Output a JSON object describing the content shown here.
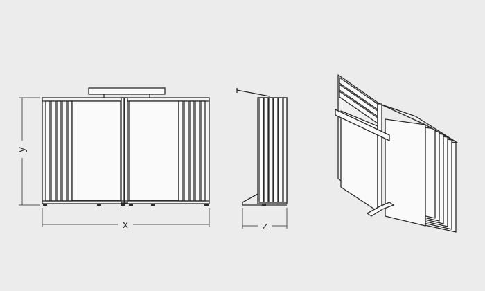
{
  "colors": {
    "background": "#ececec",
    "stroke": "#2a2a2a",
    "panel": "#fafafa",
    "dimension": "#555555"
  },
  "labels": {
    "y": "y",
    "x": "x",
    "z": "z"
  }
}
